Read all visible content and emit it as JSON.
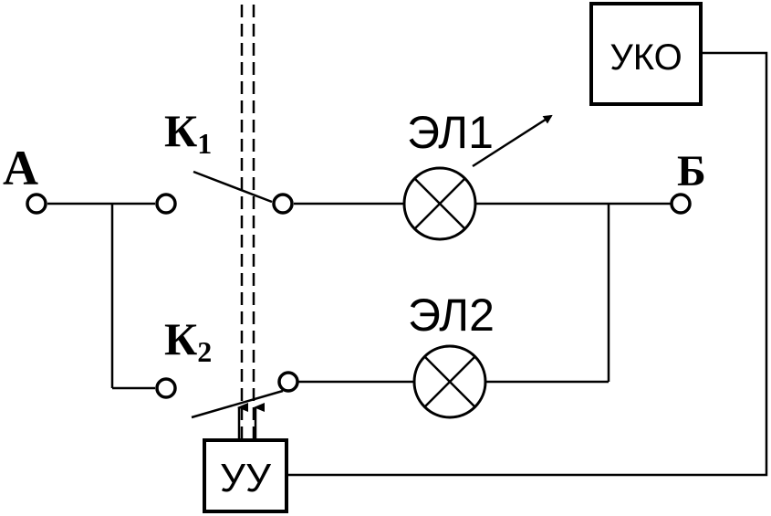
{
  "nodes": {
    "a": "А",
    "b": "Б"
  },
  "switches": {
    "k1": {
      "letter": "К",
      "sub": "1"
    },
    "k2": {
      "letter": "К",
      "sub": "2"
    }
  },
  "lamps": {
    "el1": "ЭЛ1",
    "el2": "ЭЛ2"
  },
  "blocks": {
    "uu": "УУ",
    "uko": "УКО"
  }
}
